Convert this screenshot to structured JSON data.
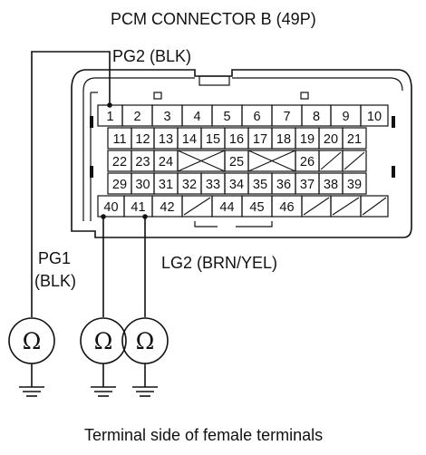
{
  "title": "PCM CONNECTOR B (49P)",
  "caption": "Terminal side of female terminals",
  "labels": {
    "pg2": "PG2 (BLK)",
    "pg1_line1": "PG1",
    "pg1_line2": "(BLK)",
    "lg2": "LG2 (BRN/YEL)"
  },
  "ohmmeter_symbol": "Ω",
  "rows": [
    [
      "1",
      "2",
      "3",
      "4",
      "5",
      "6",
      "7",
      "8",
      "9",
      "10"
    ],
    [
      "11",
      "12",
      "13",
      "14",
      "15",
      "16",
      "17",
      "18",
      "19",
      "20",
      "21"
    ],
    [
      "22",
      "23",
      "24",
      "X",
      "25",
      "X",
      "26",
      "/",
      "/"
    ],
    [
      "29",
      "30",
      "31",
      "32",
      "33",
      "34",
      "35",
      "36",
      "37",
      "38",
      "39"
    ],
    [
      "40",
      "41",
      "42",
      "/",
      "44",
      "45",
      "46",
      "/",
      "/",
      "/"
    ]
  ],
  "colors": {
    "line": "#111111",
    "background": "#ffffff"
  }
}
